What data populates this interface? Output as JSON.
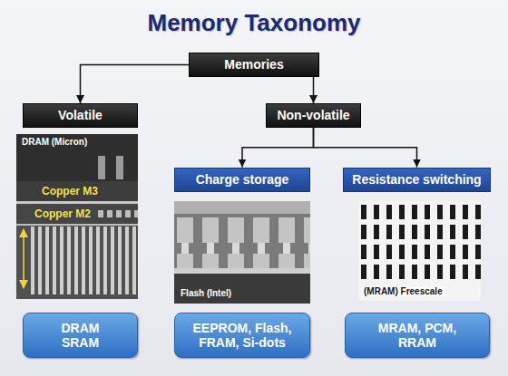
{
  "diagram": {
    "title": "Memory Taxonomy",
    "nodes": [
      {
        "text": [
          "Memories"
        ]
      },
      {
        "text": [
          "Volatile"
        ]
      },
      {
        "text": [
          "Non-volatile"
        ]
      },
      {
        "text": [
          "Charge storage"
        ]
      },
      {
        "text": [
          "Resistance switching"
        ]
      },
      {
        "text": [
          "DRAM SRAM"
        ]
      },
      {
        "text": [
          "EEPROM, Flash, FRAM, Si-dots"
        ]
      },
      {
        "text": [
          "MRAM, PCM, RRAM"
        ]
      }
    ],
    "edges": [
      {
        "from": 0,
        "to": 1,
        "arrow": "to"
      },
      {
        "from": 0,
        "to": 2,
        "arrow": "to"
      },
      {
        "from": 2,
        "to": 3,
        "arrow": "to"
      },
      {
        "from": 2,
        "to": 4,
        "arrow": "to"
      }
    ],
    "labels": [
      "DRAM (Micron)",
      "Copper M3",
      "Copper M2",
      "Flash (Intel)",
      "(MRAM) Freescale"
    ]
  }
}
